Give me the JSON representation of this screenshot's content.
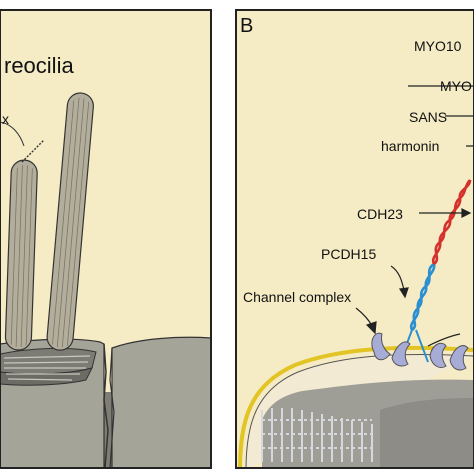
{
  "panel_a": {
    "title": "reocilia",
    "partial_label": "x",
    "colors": {
      "background": "#f5ecc6",
      "stereocilia": "#b3ae9c",
      "body": "#9e9d92",
      "dark": "#7f7d74"
    }
  },
  "panel_b": {
    "letter": "B",
    "labels": {
      "myo10": "MYO10",
      "myo7": "MYO",
      "sans": "SANS",
      "harmonin": "harmonin",
      "cdh23": "CDH23",
      "pcdh15": "PCDH15",
      "channel": "Channel complex"
    },
    "colors": {
      "background": "#f5ecc6",
      "membrane": "#e2c425",
      "cdh23": "#d5302b",
      "pcdh15": "#2a8fd0",
      "channel": "#a7acd6",
      "actin": "#b9b9c2"
    }
  }
}
